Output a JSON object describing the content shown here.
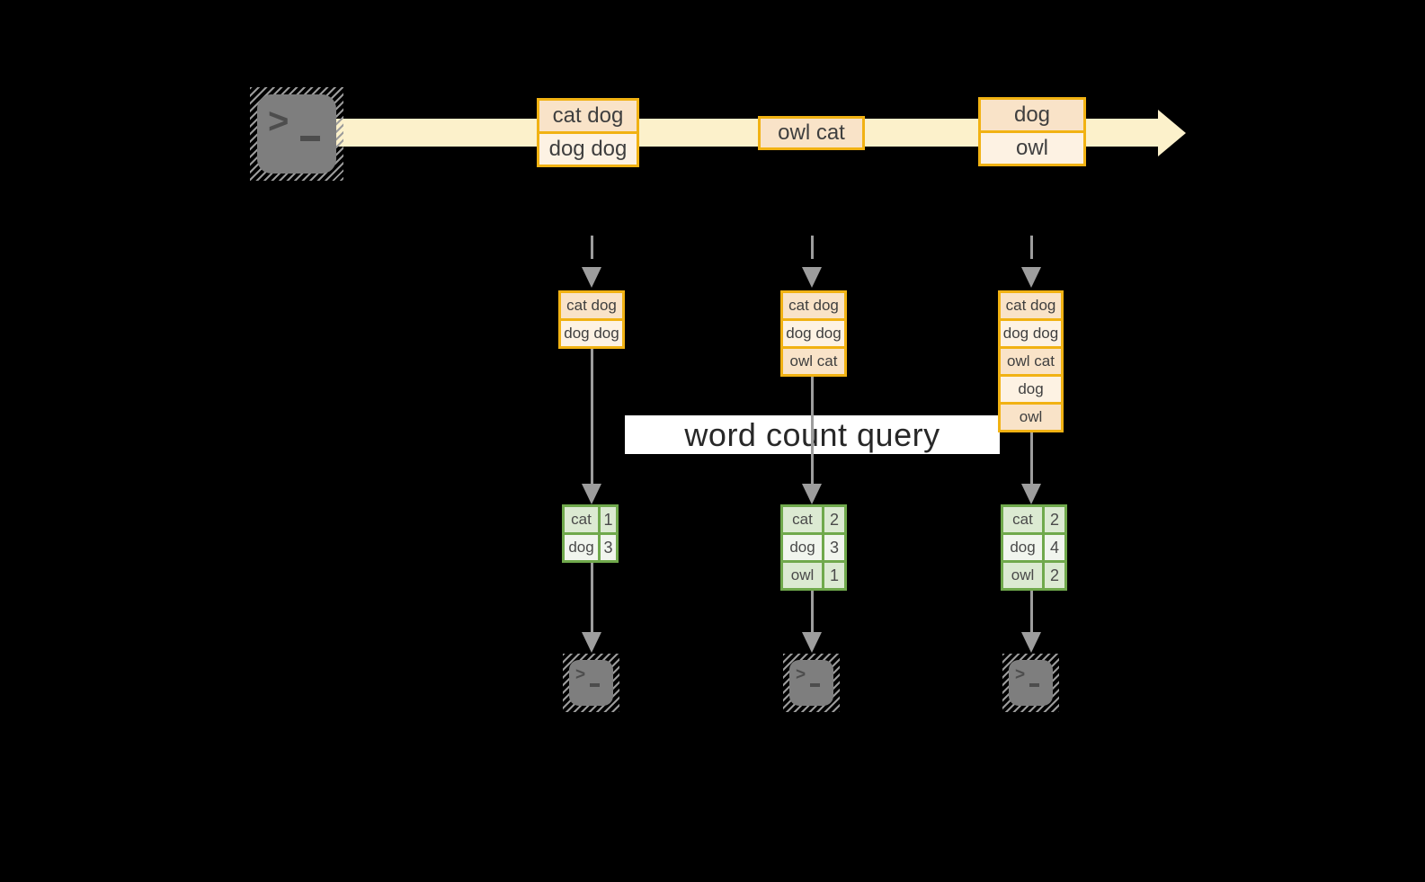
{
  "diagram": {
    "query_label": "word count query",
    "colors": {
      "background": "#000000",
      "stream_band": "#fcf1cb",
      "record_border": "#f1b213",
      "record_fill_peach": "#f9e3c8",
      "record_fill_cream": "#fdf2e3",
      "table_border": "#70a94c",
      "table_fill_tint": "#dcead2",
      "table_fill_light": "#f1f5ee",
      "connector_gray": "#9d9d9d",
      "terminal_gray": "#7e7e7e"
    },
    "stream_batches": [
      {
        "records": [
          "cat dog",
          "dog dog"
        ]
      },
      {
        "records": [
          "owl cat"
        ]
      },
      {
        "records": [
          "dog",
          "owl"
        ]
      }
    ],
    "state_boxes": [
      {
        "records": [
          "cat dog",
          "dog dog"
        ]
      },
      {
        "records": [
          "cat dog",
          "dog dog",
          "owl cat"
        ]
      },
      {
        "records": [
          "cat dog",
          "dog dog",
          "owl cat",
          "dog",
          "owl"
        ]
      }
    ],
    "count_tables": [
      {
        "rows": [
          {
            "word": "cat",
            "count": "1"
          },
          {
            "word": "dog",
            "count": "3"
          }
        ]
      },
      {
        "rows": [
          {
            "word": "cat",
            "count": "2"
          },
          {
            "word": "dog",
            "count": "3"
          },
          {
            "word": "owl",
            "count": "1"
          }
        ]
      },
      {
        "rows": [
          {
            "word": "cat",
            "count": "2"
          },
          {
            "word": "dog",
            "count": "4"
          },
          {
            "word": "owl",
            "count": "2"
          }
        ]
      }
    ]
  }
}
